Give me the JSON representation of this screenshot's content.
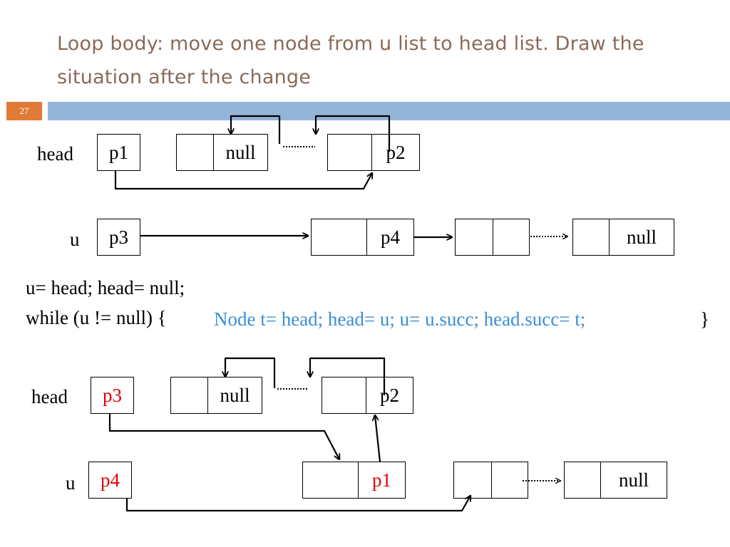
{
  "title": "Loop body: move one node from u list to head list. Draw the situation after the change",
  "page_number": "27",
  "top_diagram": {
    "head_label": "head",
    "head_var": "p1",
    "node_a_right": "null",
    "node_b_right": "p2",
    "u_label": "u",
    "u_var": "p3",
    "node_c_right": "p4",
    "node_e_right": "null"
  },
  "code": {
    "line1": "u= head; head= null;",
    "line2_prefix": "while (u != null) {",
    "loop_body": "Node t= head; head= u; u= u.succ; head.succ= t;",
    "line2_suffix": "}"
  },
  "bottom_diagram": {
    "head_label": "head",
    "head_var": "p3",
    "node_a_right": "null",
    "node_b_right": "p2",
    "u_label": "u",
    "u_var": "p4",
    "node_c_right": "p1",
    "node_e_right": "null"
  },
  "colors": {
    "title": "#8a6a58",
    "bar": "#93b5d8",
    "page_number_bg": "#e07b36",
    "changed_value": "#e00000",
    "loop_body": "#3a8fd8"
  }
}
